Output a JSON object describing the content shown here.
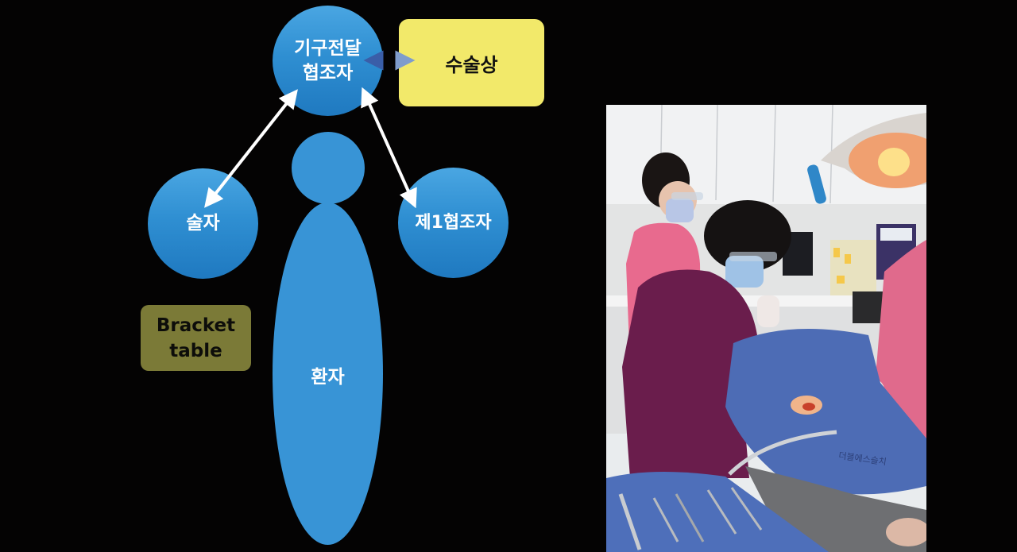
{
  "slide": {
    "background_color": "#040303"
  },
  "diagram": {
    "nodes": {
      "instrument_assistant": {
        "line1": "기구전달",
        "line2": "협조자"
      },
      "surgeon": {
        "label": "술자"
      },
      "first_assistant": {
        "label": "제1협조자"
      },
      "patient": {
        "label": "환자"
      },
      "instrument_table": {
        "label": "수술상",
        "color": "#f2e96a"
      },
      "bracket_table": {
        "line1": "Bracket",
        "line2": "table",
        "color": "#7b7a37"
      }
    },
    "edges": [
      {
        "from": "instrument_assistant",
        "to": "surgeon",
        "type": "bidirectional",
        "color": "#ffffff"
      },
      {
        "from": "instrument_assistant",
        "to": "first_assistant",
        "type": "bidirectional",
        "color": "#ffffff"
      },
      {
        "from": "instrument_assistant",
        "to": "instrument_table",
        "type": "bidirectional",
        "color": "#4a6fb0"
      }
    ],
    "node_color": "#3894d6"
  },
  "photo": {
    "description": "Dental surgery in progress: surgeon in purple scrubs, assistants in pink scrubs, patient under blue surgical drape, instruments laid on tray, operating light overhead",
    "drape_text": "더블에스슬치"
  }
}
